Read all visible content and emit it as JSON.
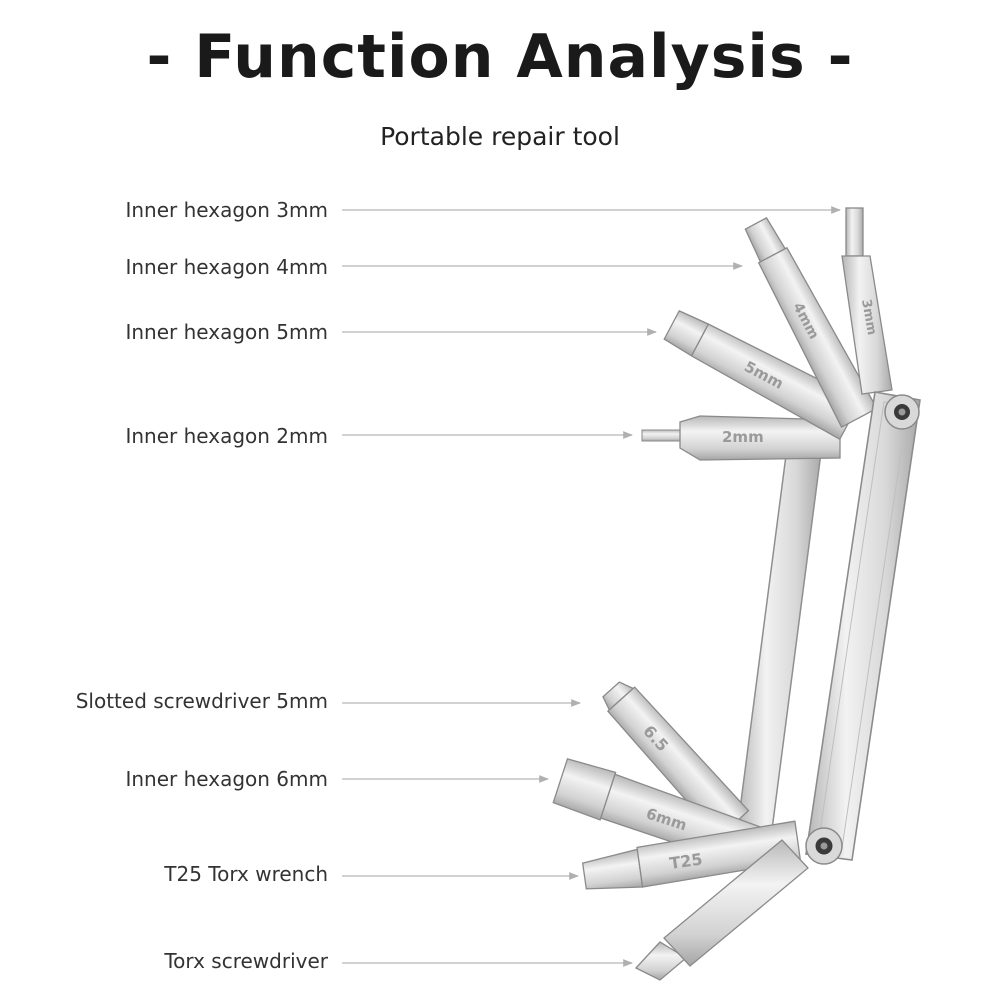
{
  "header": {
    "title": "- Function Analysis -",
    "subtitle": "Portable repair tool"
  },
  "callouts": [
    {
      "label": "Inner hexagon 3mm"
    },
    {
      "label": "Inner hexagon 4mm"
    },
    {
      "label": "Inner hexagon 5mm"
    },
    {
      "label": "Inner hexagon 2mm"
    },
    {
      "label": "Slotted screwdriver 5mm"
    },
    {
      "label": "Inner hexagon 6mm"
    },
    {
      "label": "T25 Torx wrench"
    },
    {
      "label": "Torx screwdriver"
    }
  ],
  "bit_markings": {
    "hex3": "3mm",
    "hex4": "4mm",
    "hex5": "5mm",
    "hex2": "2mm",
    "slot": "6.5",
    "hex6": "6mm",
    "torx": "T25"
  },
  "colors": {
    "metal_light": "#eeeeee",
    "metal_mid": "#cfcfcf",
    "metal_dark": "#9a9a9a",
    "leader_line": "#bdbdbd",
    "text": "#333333"
  }
}
